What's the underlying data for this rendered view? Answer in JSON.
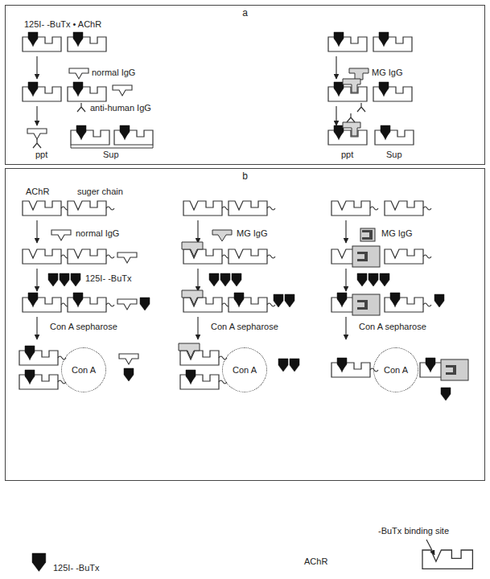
{
  "diagram": {
    "nodes": [
      {
        "text": [
          "a"
        ]
      },
      {
        "text": [
          "b"
        ]
      },
      {
        "text": [
          "Con A"
        ],
        "in": 1
      },
      {
        "text": [
          "Con A"
        ],
        "in": 1
      },
      {
        "text": [
          "Con A"
        ],
        "in": 1
      }
    ],
    "labels": [
      "125I- -BuTx • AChR",
      "normal IgG",
      "MG IgG",
      "anti-human IgG",
      "ppt",
      "Sup",
      "ppt",
      "Sup",
      "AChR",
      "suger chain",
      "normal IgG",
      "MG IgG",
      "MG IgG",
      "125I- -BuTx",
      "Con A sepharose",
      "Con A sepharose",
      "Con A sepharose",
      "-BuTx binding site"
    ],
    "legend": [
      {
        "text": "125I- -BuTx"
      },
      {
        "text": "AChR"
      }
    ]
  }
}
